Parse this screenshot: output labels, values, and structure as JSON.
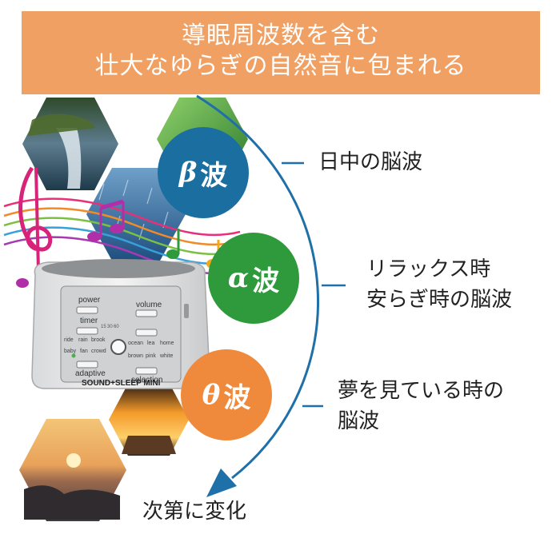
{
  "banner": {
    "line1": "導眠周波数を含む",
    "line2": "壮大なゆらぎの自然音に包まれる"
  },
  "waves": [
    {
      "symbol": "β",
      "suffix": "波",
      "color": "#1a6fa0",
      "label_lines": [
        "日中の脳波"
      ]
    },
    {
      "symbol": "α",
      "suffix": "波",
      "color": "#2e9a3c",
      "label_lines": [
        "リラックス時",
        "安らぎ時の脳波"
      ]
    },
    {
      "symbol": "θ",
      "suffix": "波",
      "color": "#ef8a3c",
      "label_lines": [
        "夢を見ている時の",
        "脳波"
      ]
    }
  ],
  "arrow_caption": "次第に変化",
  "arc_color": "#1f6fa8",
  "device": {
    "brand": "SOUND+SLEEP MINI",
    "buttons": [
      "power",
      "timer",
      "adaptive",
      "volume",
      "selection"
    ],
    "timer_marks": [
      "15",
      "30",
      "60"
    ],
    "sounds_left": [
      "rain",
      "brook",
      "baby",
      "fan",
      "crowd"
    ],
    "sounds_right": [
      "ocean",
      "lea",
      "home",
      "brown",
      "pink",
      "white"
    ],
    "left_mark": "ride"
  }
}
